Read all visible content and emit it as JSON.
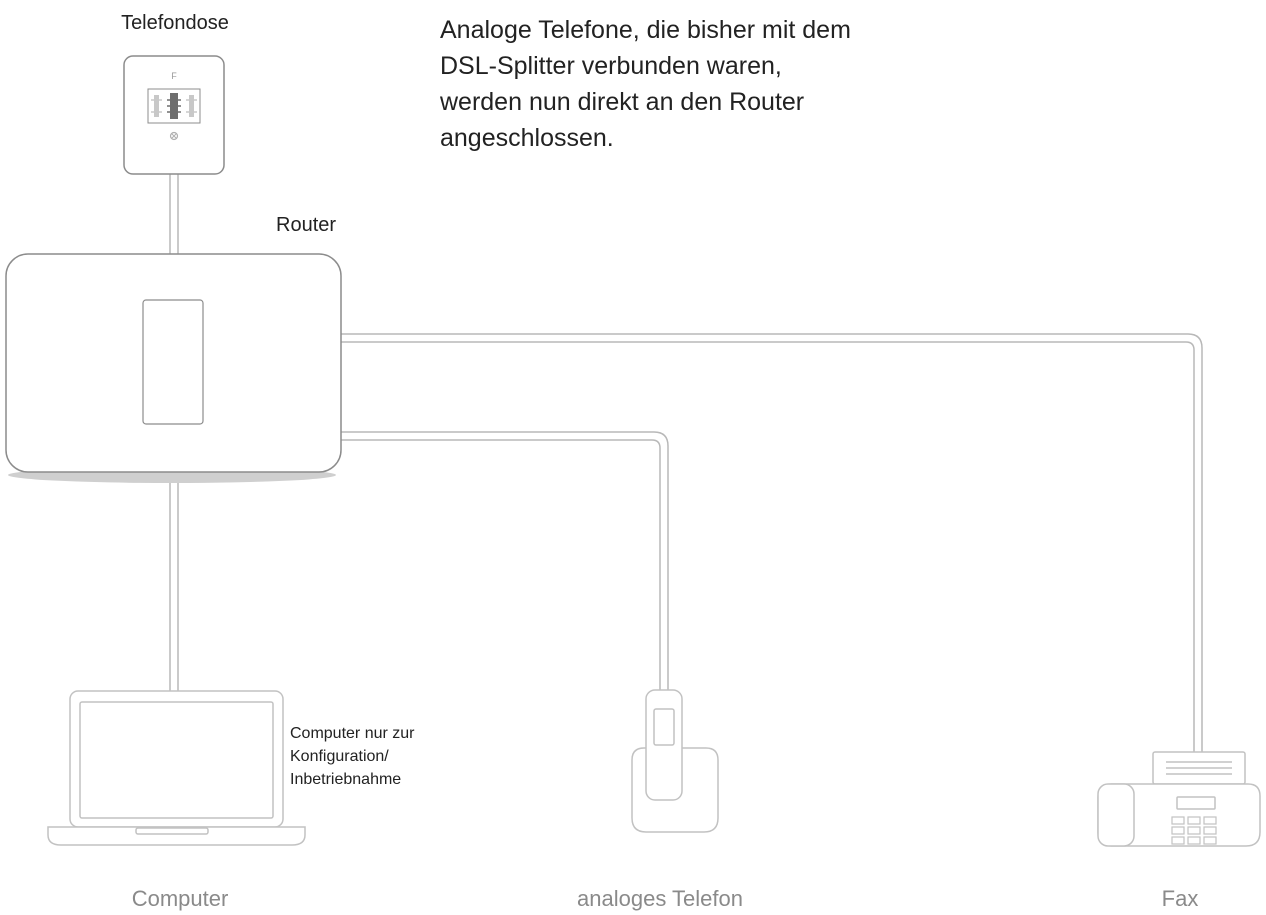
{
  "labels": {
    "telefondose": "Telefondose",
    "router": "Router",
    "intro_text": "Analoge Telefone, die bisher mit dem DSL-Splitter verbunden waren, werden nun direkt an den Router angeschlossen.",
    "computer_note": "Computer nur zur Konfiguration/ Inbetriebnahme",
    "computer": "Computer",
    "telefon": "analoges Telefon",
    "fax": "Fax"
  },
  "socket": {
    "port_label": "F"
  },
  "colors": {
    "outline": "#8c8c8c",
    "cable": "#b8b8b8",
    "device": "#c2c2c2",
    "shadow": "#cfcfcf",
    "caption": "#8a8a8a"
  }
}
